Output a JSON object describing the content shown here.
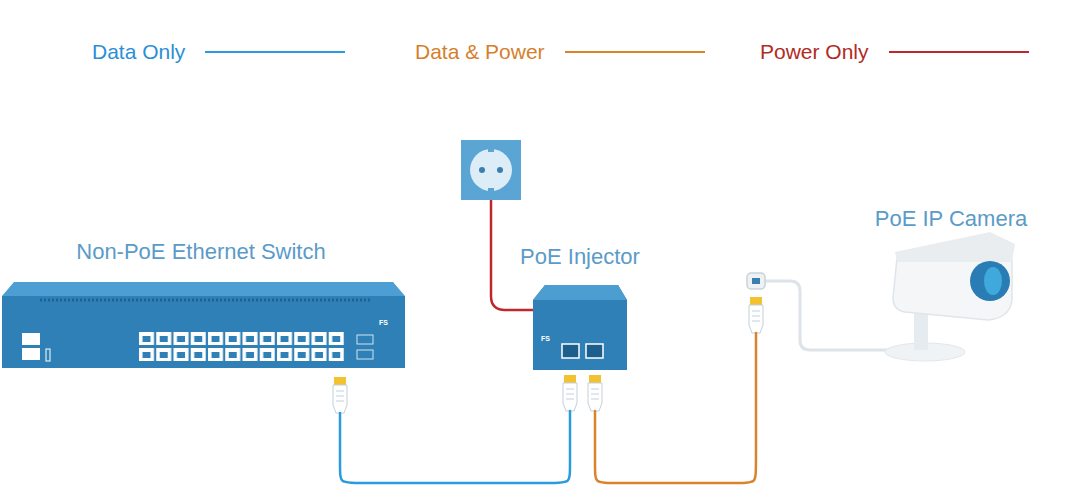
{
  "diagram": {
    "nodes": [
      {
        "text": [
          "Non-PoE Ethernet Switch"
        ]
      },
      {
        "text": [
          "PoE Injector"
        ]
      },
      {
        "text": [
          "PoE IP Camera"
        ]
      }
    ],
    "edges": [
      {
        "from": 0,
        "to": 1,
        "arrow": "none"
      },
      {
        "from": 1,
        "to": 2,
        "arrow": "none"
      }
    ],
    "labels": [
      "FS",
      "FS"
    ],
    "legend": [
      {
        "text": "Data Only"
      },
      {
        "text": "Data & Power"
      },
      {
        "text": "Power Only"
      }
    ]
  }
}
